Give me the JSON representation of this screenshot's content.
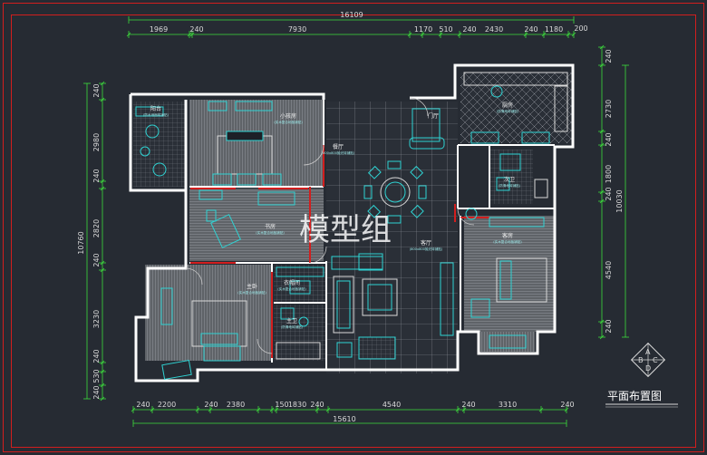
{
  "drawing": {
    "title": "平面布置图",
    "watermark": "模型组",
    "compass_letters": [
      "A",
      "B",
      "C",
      "D"
    ]
  },
  "dimensions": {
    "top_total": "16109",
    "top_segments": [
      "1969",
      "240",
      "7930",
      "1170",
      "510",
      "240",
      "2430",
      "240",
      "1180",
      "200"
    ],
    "bottom_total": "15610",
    "bottom_segments": [
      "240",
      "2200",
      "240",
      "2380",
      "150",
      "1830",
      "240",
      "4540",
      "240",
      "3310",
      "240"
    ],
    "left_total": "10760",
    "left_segments": [
      "240",
      "2980",
      "240",
      "2820",
      "240",
      "3230",
      "240",
      "530",
      "240"
    ],
    "right_total": "10030",
    "right_segments": [
      "240",
      "2730",
      "240",
      "1800",
      "240",
      "4540",
      "240"
    ]
  },
  "rooms": [
    {
      "name": "阳台",
      "note": "防水地面砖铺贴"
    },
    {
      "name": "小孩房",
      "note": "实木复合地板铺贴"
    },
    {
      "name": "书房",
      "note": "实木复合地板铺贴"
    },
    {
      "name": "主卧",
      "note": "实木复合地板铺贴"
    },
    {
      "name": "衣帽间",
      "note": "实木复合地板铺贴"
    },
    {
      "name": "主卫",
      "note": "防滑地砖铺贴"
    },
    {
      "name": "门厅",
      "note": ""
    },
    {
      "name": "餐厅",
      "note": "800x800抛光砖铺贴"
    },
    {
      "name": "客厅",
      "note": "800x800抛光砖铺贴"
    },
    {
      "name": "厨房",
      "note": "防滑地砖铺贴"
    },
    {
      "name": "次卫",
      "note": "防滑地砖铺贴"
    },
    {
      "name": "客房",
      "note": "实木复合地板铺贴"
    }
  ],
  "colors": {
    "background": "#262b33",
    "frame": "#d21e1e",
    "wall": "#ffffff",
    "furniture": "#2fd3d3",
    "dimension": "#3ddc3d",
    "wood": "#6d7176",
    "tile": "#8d9299"
  }
}
